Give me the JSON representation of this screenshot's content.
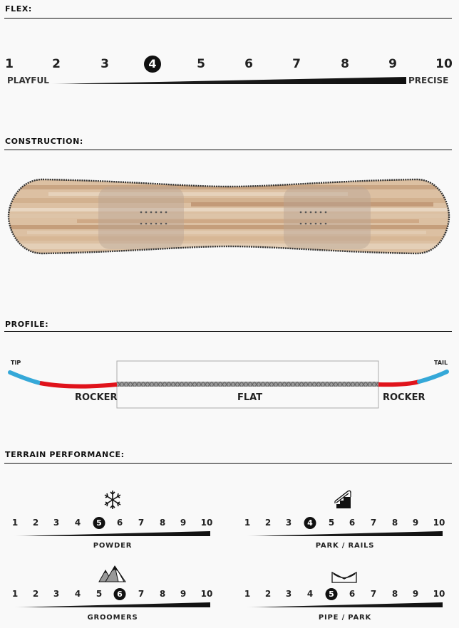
{
  "sections": {
    "flex": "FLEX:",
    "construction": "CONSTRUCTION:",
    "profile": "PROFILE:",
    "terrain": "TERRAIN PERFORMANCE:"
  },
  "flex": {
    "scale": [
      "1",
      "2",
      "3",
      "4",
      "5",
      "6",
      "7",
      "8",
      "9",
      "10"
    ],
    "selected": "4",
    "left_label": "PLAYFUL",
    "right_label": "PRECISE"
  },
  "construction": {
    "board_image": "wood-core-snowboard",
    "colors": {
      "wood_light": "#dcc0a2",
      "wood_dark": "#c39a78",
      "edge": "#222222"
    }
  },
  "profile": {
    "tip_label": "TIP",
    "tail_label": "TAIL",
    "left_zone": "ROCKER",
    "center_zone": "FLAT",
    "right_zone": "ROCKER",
    "colors": {
      "tip_tail": "#35a8d8",
      "rocker": "#e0131b",
      "flat": "#8a8a8a"
    }
  },
  "terrain": [
    {
      "name": "POWDER",
      "icon": "snowflake-icon",
      "rating": "5",
      "scale": [
        "1",
        "2",
        "3",
        "4",
        "5",
        "6",
        "7",
        "8",
        "9",
        "10"
      ]
    },
    {
      "name": "PARK / RAILS",
      "icon": "stairs-rail-icon",
      "rating": "4",
      "scale": [
        "1",
        "2",
        "3",
        "4",
        "5",
        "6",
        "7",
        "8",
        "9",
        "10"
      ]
    },
    {
      "name": "GROOMERS",
      "icon": "mountains-icon",
      "rating": "6",
      "scale": [
        "1",
        "2",
        "3",
        "4",
        "5",
        "6",
        "7",
        "8",
        "9",
        "10"
      ]
    },
    {
      "name": "PIPE / PARK",
      "icon": "halfpipe-icon",
      "rating": "5",
      "scale": [
        "1",
        "2",
        "3",
        "4",
        "5",
        "6",
        "7",
        "8",
        "9",
        "10"
      ]
    }
  ]
}
